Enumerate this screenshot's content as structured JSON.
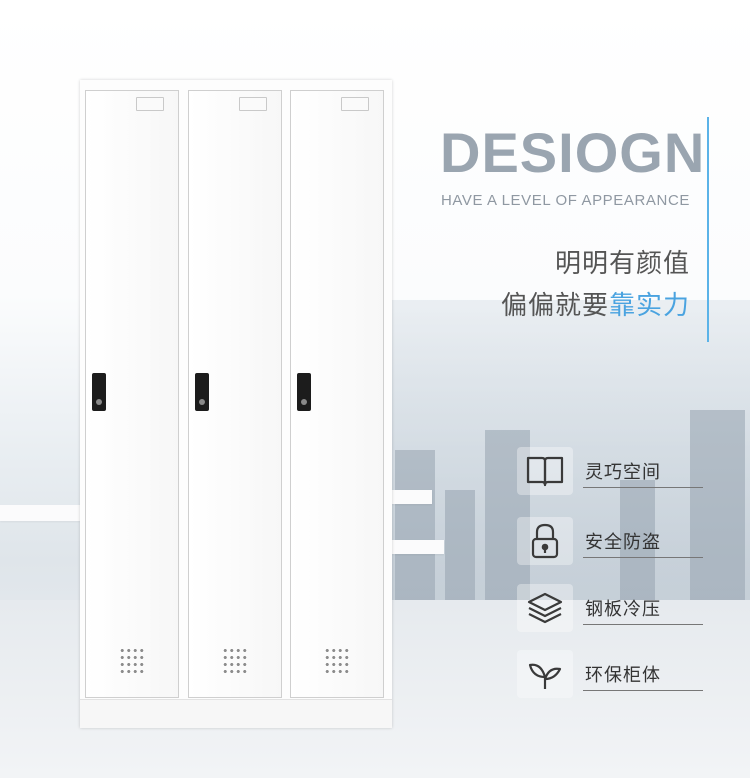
{
  "heading": {
    "title": "DESIOGN",
    "subtitle": "HAVE A LEVEL OF APPEARANCE"
  },
  "slogan": {
    "line1": "明明有颜值",
    "line2_prefix": "偏偏就要",
    "line2_highlight": "靠实力"
  },
  "features": [
    {
      "icon": "book-icon",
      "label": "灵巧空间"
    },
    {
      "icon": "padlock-icon",
      "label": "安全防盗"
    },
    {
      "icon": "layers-icon",
      "label": "钢板冷压"
    },
    {
      "icon": "leaf-icon",
      "label": "环保柜体"
    }
  ],
  "colors": {
    "title": "#9aa5b0",
    "accent": "#4aa3e0",
    "divider": "#5bb3e8",
    "lock": "#1c1c1c"
  },
  "cabinet": {
    "door_count": 3
  }
}
